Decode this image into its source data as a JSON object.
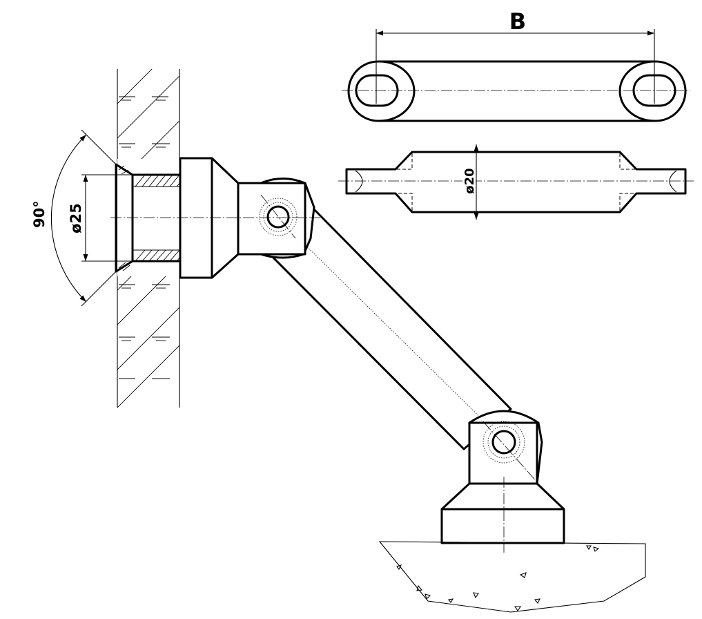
{
  "dimensions": {
    "length_label": "B",
    "rod_diameter": "ø20",
    "bore_diameter": "ø25",
    "chamfer_angle": "90°"
  }
}
